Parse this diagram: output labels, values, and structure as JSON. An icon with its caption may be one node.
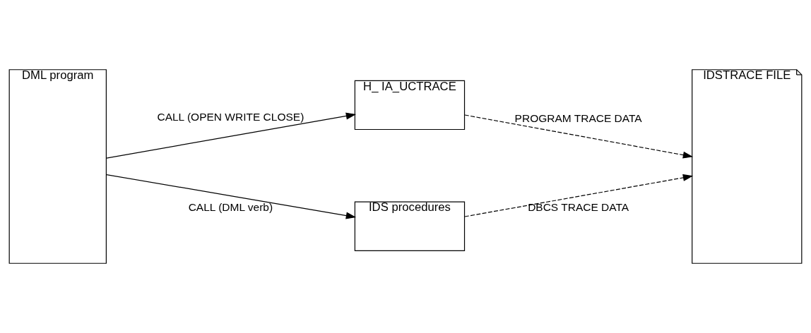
{
  "diagram": {
    "nodes": [
      {
        "text": [
          "DML program"
        ]
      },
      {
        "text": [
          "H_ IA_UCTRACE"
        ]
      },
      {
        "text": [
          "IDSTRACE FILE"
        ]
      },
      {
        "text": [
          "IDS procedures"
        ]
      }
    ],
    "edges": [
      {
        "from": 0,
        "to": 1,
        "arrow": "to",
        "label": "CALL (OPEN WRITE CLOSE)"
      },
      {
        "from": 1,
        "to": 2,
        "arrow": "to",
        "style": "dashed",
        "label": "PROGRAM TRACE DATA"
      },
      {
        "from": 0,
        "to": 3,
        "arrow": "to",
        "label": "CALL (DML verb)"
      },
      {
        "from": 3,
        "to": 2,
        "arrow": "to",
        "style": "dashed",
        "label": "DBCS TRACE DATA"
      }
    ]
  }
}
